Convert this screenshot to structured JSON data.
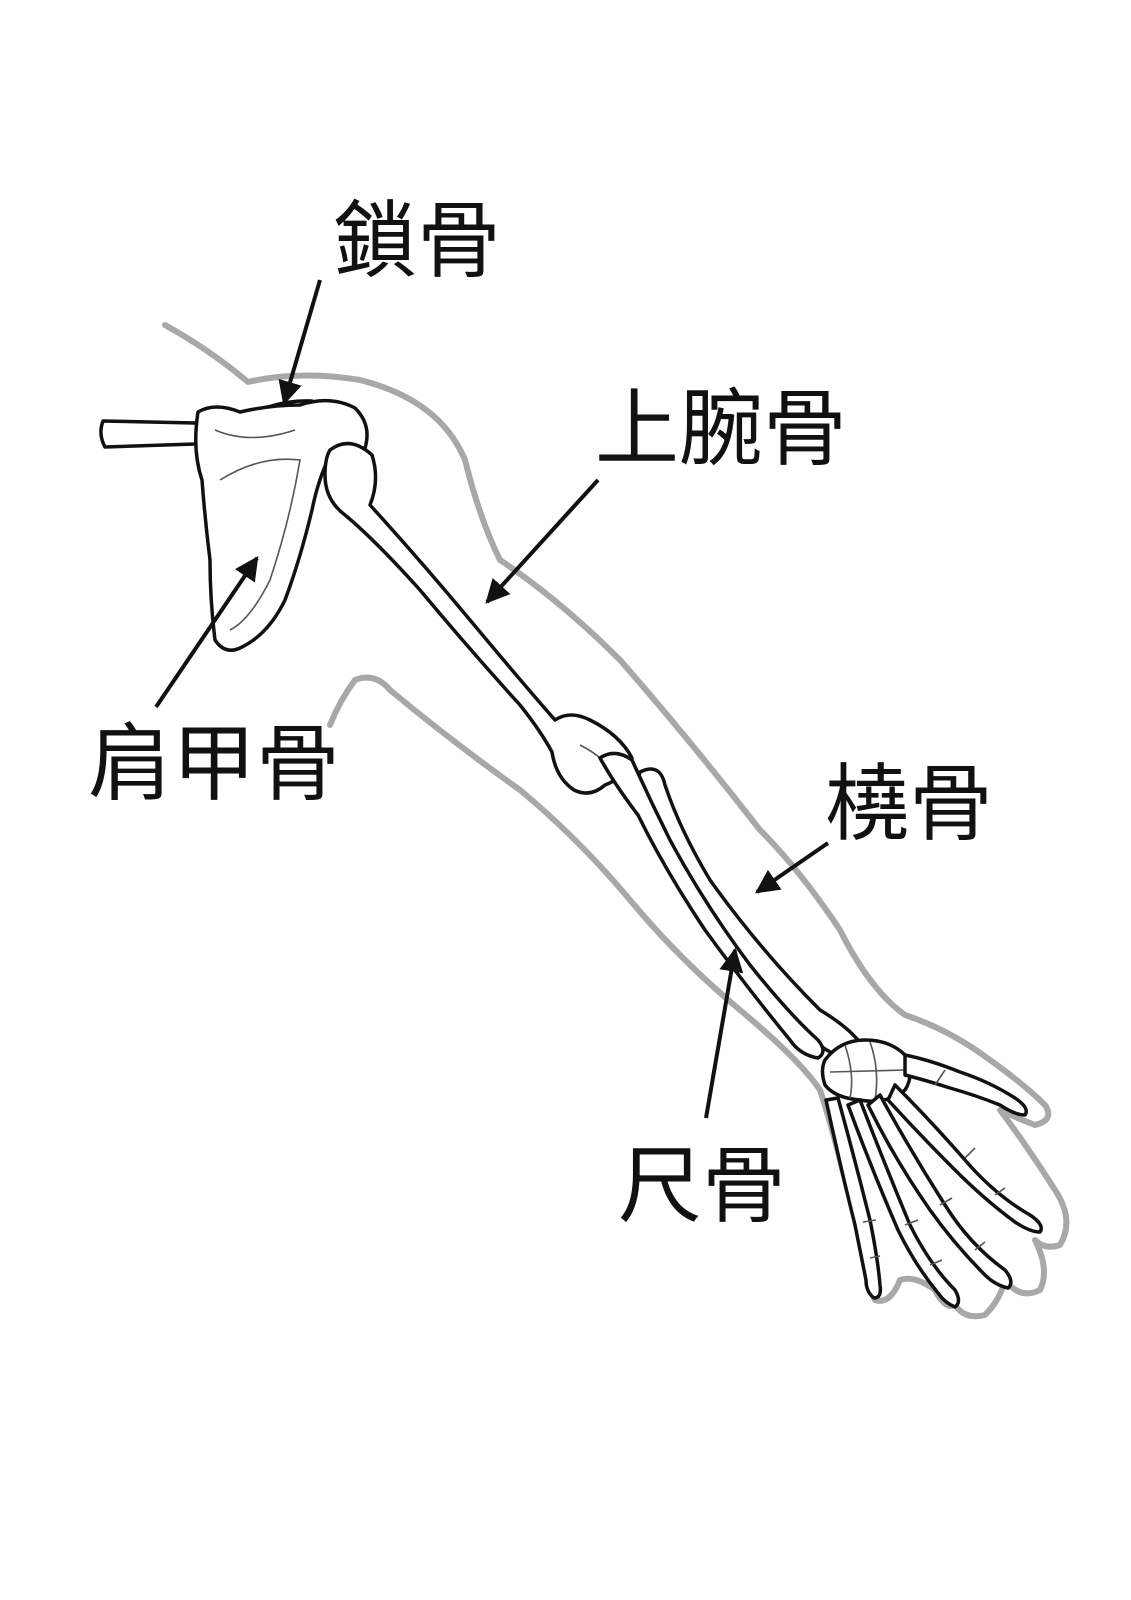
{
  "labels": {
    "clavicle": "鎖骨",
    "humerus": "上腕骨",
    "scapula": "肩甲骨",
    "radius": "橈骨",
    "ulna": "尺骨"
  },
  "colors": {
    "ink": "#111111",
    "outline": "#a8a8a8",
    "bone_fill": "#ffffff",
    "background": "#ffffff"
  }
}
